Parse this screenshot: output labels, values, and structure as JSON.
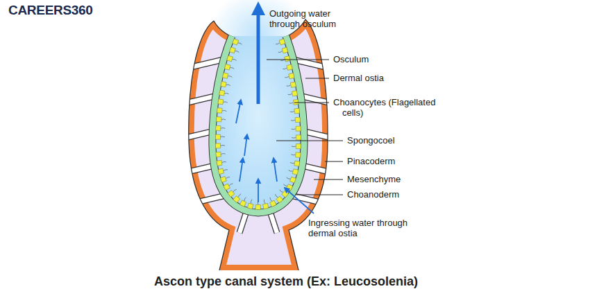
{
  "diagram": {
    "caption": "Ascon type canal system (Ex: Leucosolenia)",
    "labels": [
      "CAREERS360",
      "Outgoing water through osculum",
      "Osculum",
      "Dermal ostia",
      "Choanocytes (Flagellated cells)",
      "Spongocoel",
      "Pinacoderm",
      "Mesenchyme",
      "Choanoderm",
      "Ingressing water through dermal ostia"
    ]
  }
}
